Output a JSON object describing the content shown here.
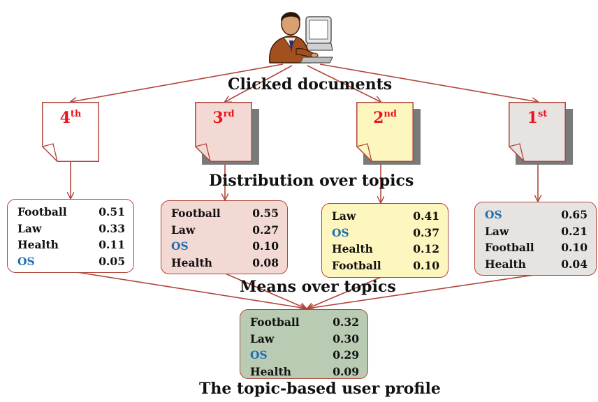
{
  "labels": {
    "clicked": "Clicked documents",
    "distribution": "Distribution over topics",
    "means": "Means over topics",
    "profile": "The topic-based user profile"
  },
  "documents": [
    {
      "num": "4",
      "suffix": "th",
      "fill": "#ffffff"
    },
    {
      "num": "3",
      "suffix": "rd",
      "fill": "#f3d9d3"
    },
    {
      "num": "2",
      "suffix": "nd",
      "fill": "#fdf6bf"
    },
    {
      "num": "1",
      "suffix": "st",
      "fill": "#e7e3e0"
    }
  ],
  "distributions": [
    {
      "fill": "#ffffff",
      "rows": [
        {
          "topic": "Football",
          "value": "0.51"
        },
        {
          "topic": "Law",
          "value": "0.33"
        },
        {
          "topic": "Health",
          "value": "0.11"
        },
        {
          "topic": "OS",
          "value": "0.05"
        }
      ]
    },
    {
      "fill": "#f3d9d3",
      "rows": [
        {
          "topic": "Football",
          "value": "0.55"
        },
        {
          "topic": "Law",
          "value": "0.27"
        },
        {
          "topic": "OS",
          "value": "0.10"
        },
        {
          "topic": "Health",
          "value": "0.08"
        }
      ]
    },
    {
      "fill": "#fdf6bf",
      "rows": [
        {
          "topic": "Law",
          "value": "0.41"
        },
        {
          "topic": "OS",
          "value": "0.37"
        },
        {
          "topic": "Health",
          "value": "0.12"
        },
        {
          "topic": "Football",
          "value": "0.10"
        }
      ]
    },
    {
      "fill": "#e7e3e0",
      "rows": [
        {
          "topic": "OS",
          "value": "0.65"
        },
        {
          "topic": "Law",
          "value": "0.21"
        },
        {
          "topic": "Football",
          "value": "0.10"
        },
        {
          "topic": "Health",
          "value": "0.04"
        }
      ]
    }
  ],
  "profile": {
    "fill": "#b9ccb3",
    "rows": [
      {
        "topic": "Football",
        "value": "0.32"
      },
      {
        "topic": "Law",
        "value": "0.30"
      },
      {
        "topic": "OS",
        "value": "0.29"
      },
      {
        "topic": "Health",
        "value": "0.09"
      }
    ]
  },
  "colors": {
    "arrow": "#b0463c",
    "rank": "#e8141b",
    "os": "#1e6fb2",
    "shadow": "#7a7a7a"
  },
  "icons": {
    "user": "person-at-computer-icon"
  }
}
